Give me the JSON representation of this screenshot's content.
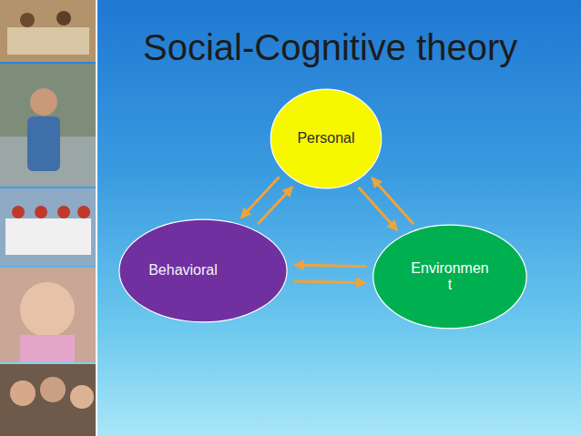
{
  "diagram": {
    "title": "Social-Cognitive theory",
    "nodes": [
      {
        "text": [
          "Personal"
        ]
      },
      {
        "text": [
          "Behavioral"
        ]
      },
      {
        "text": [
          "Environmen t"
        ]
      }
    ],
    "edges": [
      {
        "from": 1,
        "to": 0,
        "arrow": "to"
      },
      {
        "from": 0,
        "to": 1,
        "arrow": "to"
      },
      {
        "from": 0,
        "to": 2,
        "arrow": "to"
      },
      {
        "from": 2,
        "to": 0,
        "arrow": "to"
      },
      {
        "from": 1,
        "to": 2,
        "arrow": "to"
      },
      {
        "from": 2,
        "to": 1,
        "arrow": "to"
      }
    ]
  }
}
